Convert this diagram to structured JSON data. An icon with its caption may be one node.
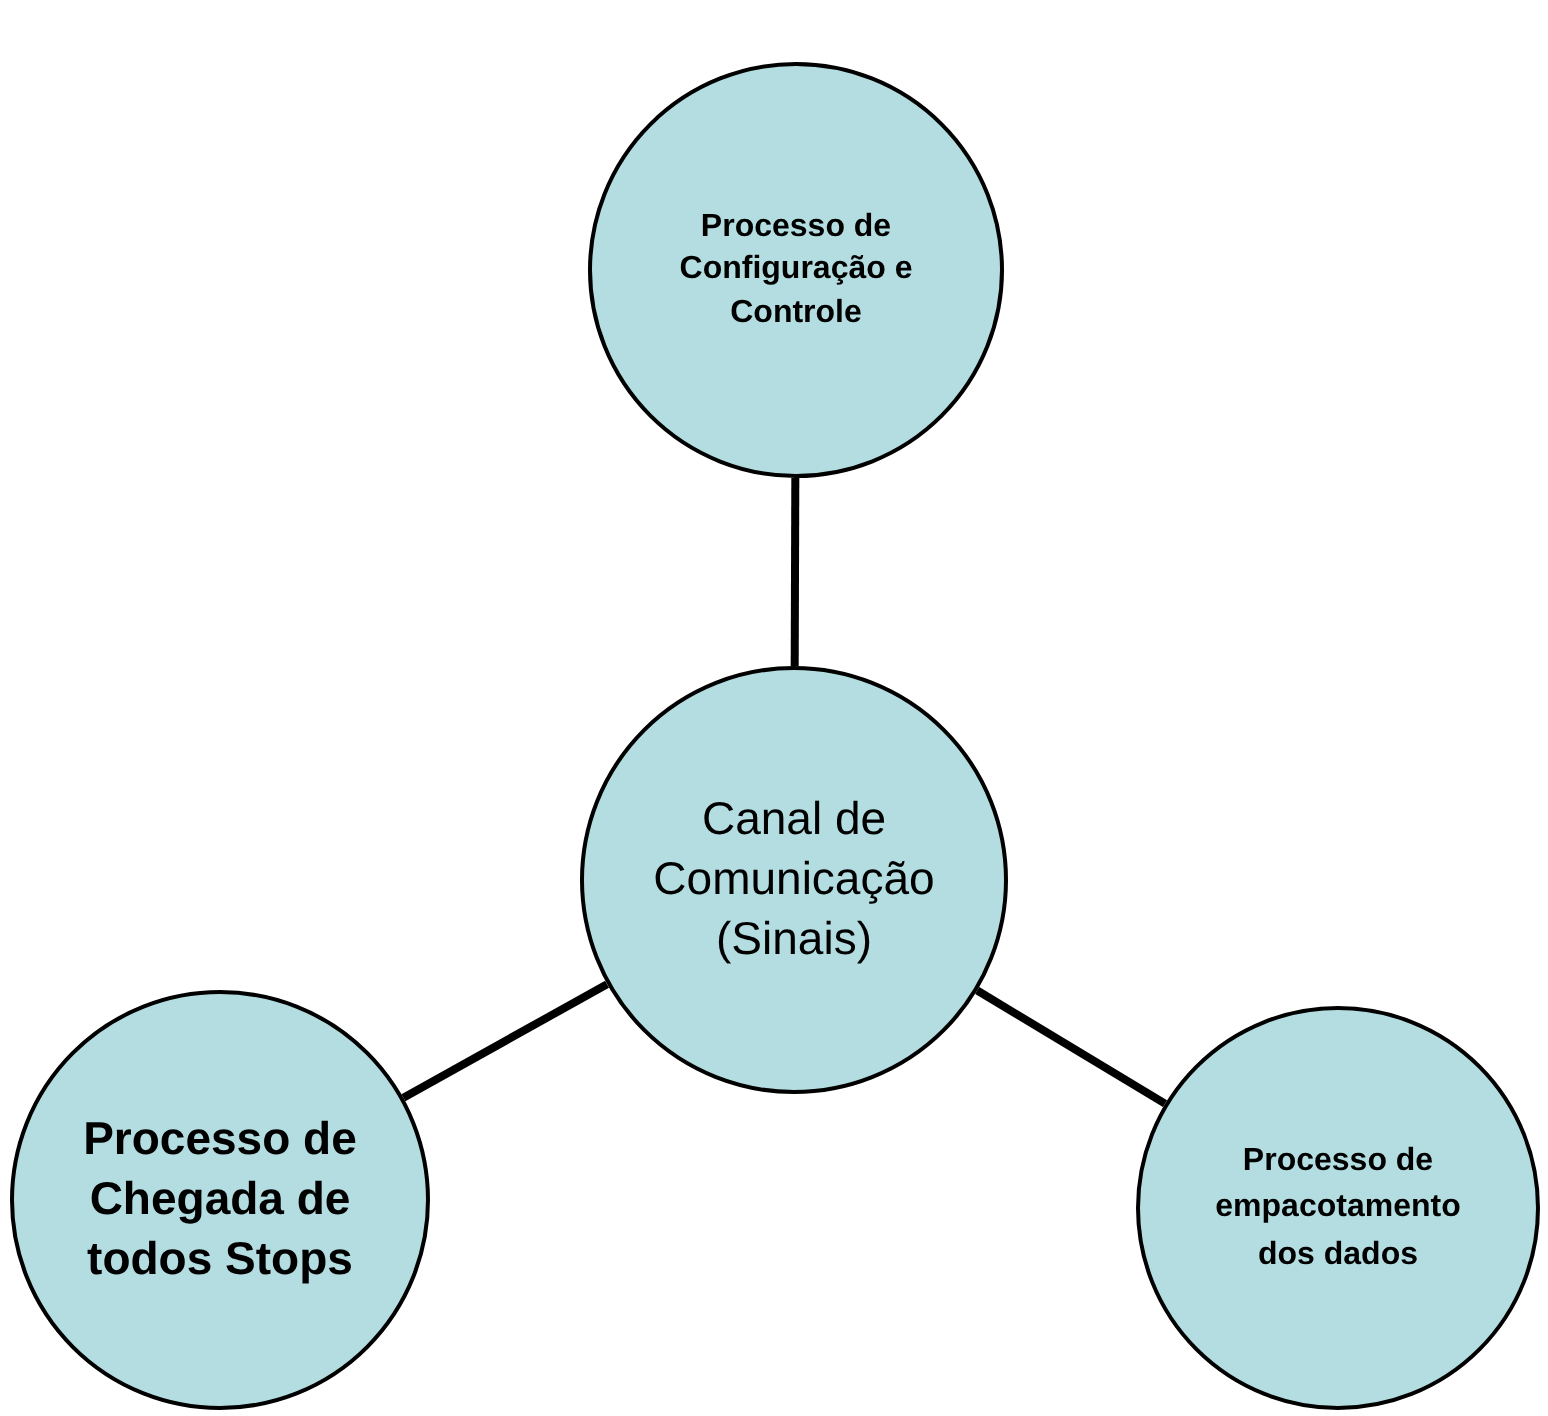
{
  "diagram": {
    "nodes": [
      {
        "text": [
          "Processo de Configuração e Controle"
        ]
      },
      {
        "text": [
          "Canal de Comunicação (Sinais)"
        ]
      },
      {
        "text": [
          "Processo de Chegada de todos Stops"
        ]
      },
      {
        "text": [
          "Processo de empacotamento dos dados"
        ]
      }
    ],
    "edges": [
      {
        "from": 1,
        "to": 0,
        "arrow": "none"
      },
      {
        "from": 1,
        "to": 2,
        "arrow": "none"
      },
      {
        "from": 1,
        "to": 3,
        "arrow": "none"
      }
    ]
  }
}
